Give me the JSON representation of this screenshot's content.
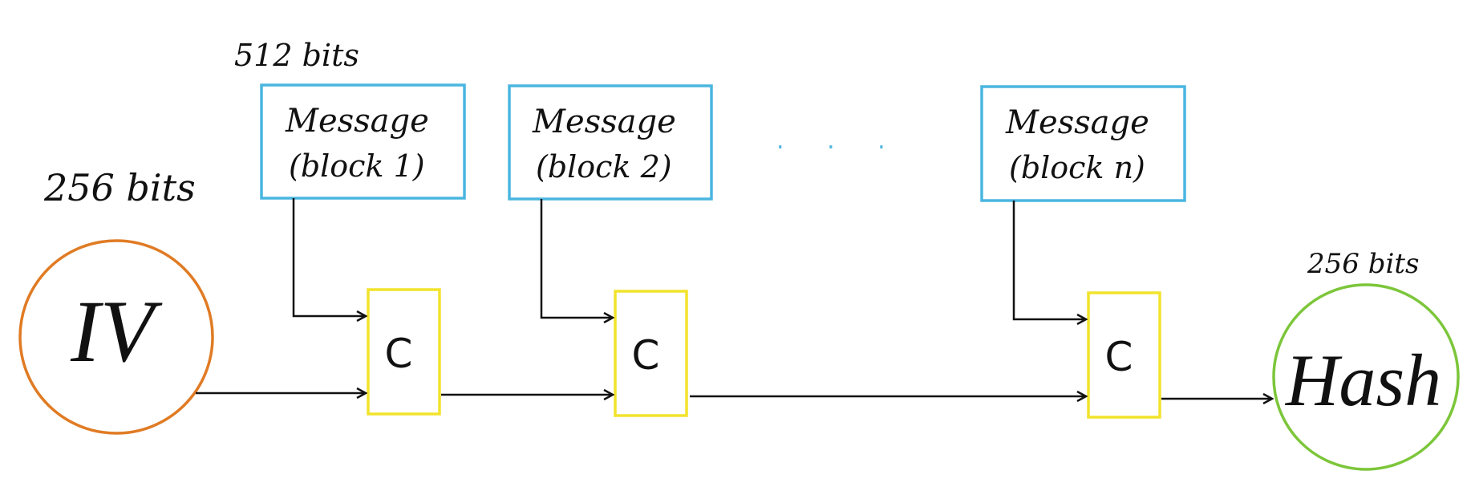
{
  "title": "",
  "labels": {
    "message_bits": "512 bits",
    "iv_bits": "256 bits",
    "hash_bits": "256 bits",
    "ellipsis": ". . ."
  },
  "iv": {
    "label": "IV",
    "color": "#e07b24"
  },
  "hash": {
    "label": "Hash",
    "color": "#7cc63a"
  },
  "compress_label": "C",
  "colors": {
    "message_box": "#4ab6e0",
    "compress_box": "#f2e32c",
    "arrow": "#111111"
  },
  "messages": [
    {
      "line1": "Message",
      "line2": "(block 1)"
    },
    {
      "line1": "Message",
      "line2": "(block 2)"
    },
    {
      "line1": "Message",
      "line2": "(block n)"
    }
  ]
}
